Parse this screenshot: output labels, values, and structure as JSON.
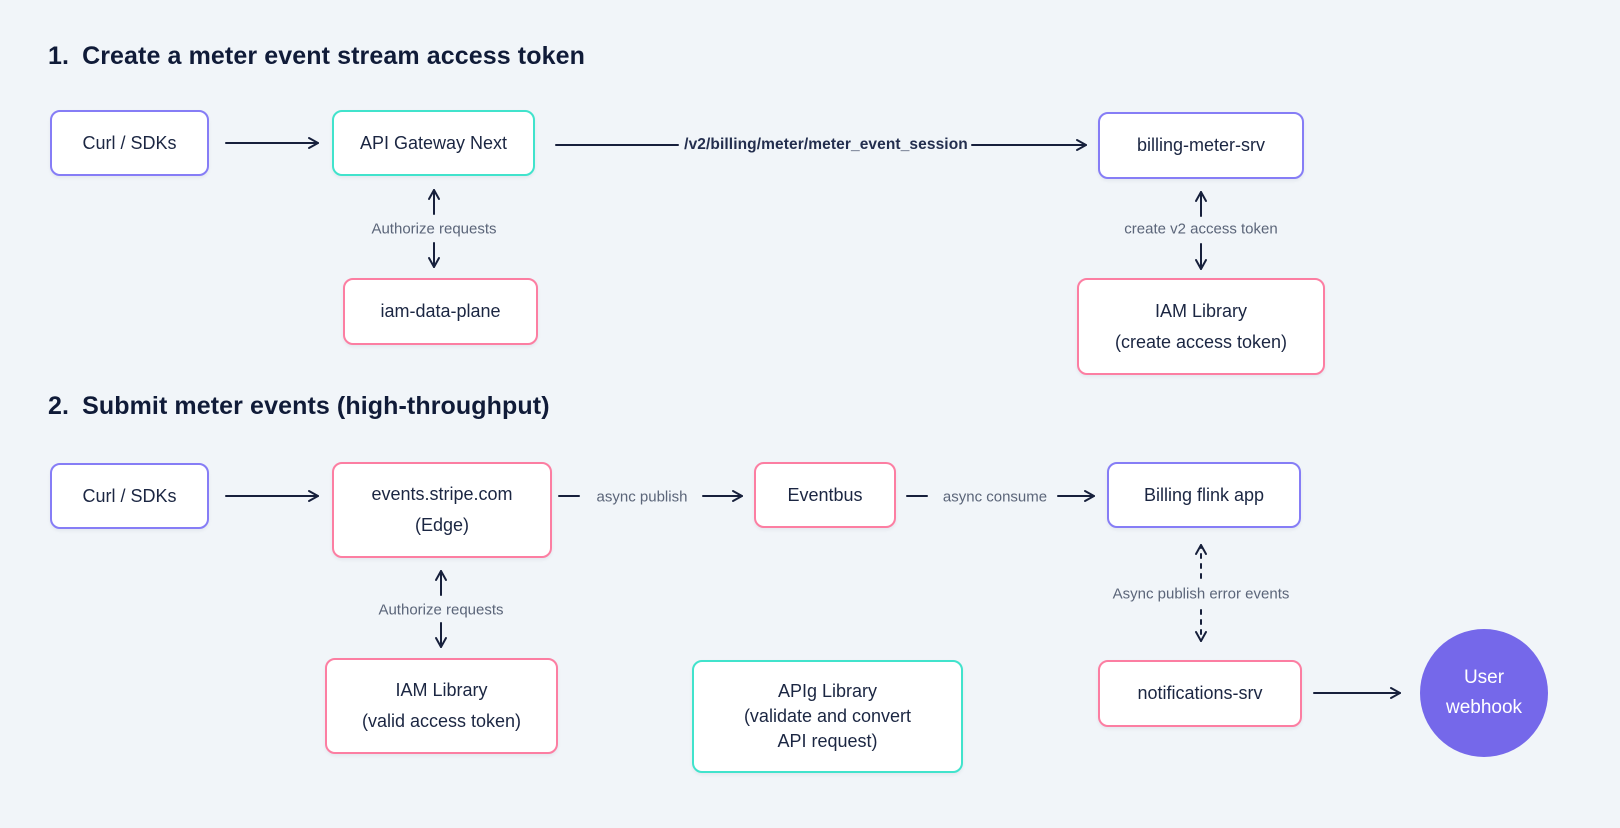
{
  "colors": {
    "background": "#f1f5f9",
    "purple_border": "#867df6",
    "teal_border": "#41e3cc",
    "pink_border": "#fc7ea2",
    "webhook_circle_fill": "#7568ea",
    "arrow": "#17203c",
    "edge_label_text": "#5b6579",
    "node_text": "#1b2642",
    "title_text": "#101b38"
  },
  "section1": {
    "title_number": "1.",
    "title_text": "Create a meter event stream access token",
    "nodes": {
      "curl_sdks": "Curl / SDKs",
      "api_gateway_next": "API Gateway Next",
      "billing_meter_srv": "billing-meter-srv",
      "iam_data_plane": "iam-data-plane",
      "iam_library_line1": "IAM Library",
      "iam_library_line2": "(create access token)"
    },
    "edge_labels": {
      "api_path": "/v2/billing/meter/meter_event_session",
      "authorize_requests": "Authorize requests",
      "create_v2_access_token": "create v2 access token"
    }
  },
  "section2": {
    "title_number": "2.",
    "title_text": "Submit meter events (high-throughput)",
    "nodes": {
      "curl_sdks": "Curl / SDKs",
      "events_stripe_line1": "events.stripe.com",
      "events_stripe_line2": "(Edge)",
      "eventbus": "Eventbus",
      "billing_flink_app": "Billing flink app",
      "iam_library_line1": "IAM Library",
      "iam_library_line2": "(valid access token)",
      "apig_library_line1": "APIg Library",
      "apig_library_line2": "(validate and convert",
      "apig_library_line3": "API request)",
      "notifications_srv": "notifications-srv",
      "user_webhook_line1": "User",
      "user_webhook_line2": "webhook"
    },
    "edge_labels": {
      "async_publish": "async publish",
      "async_consume": "async consume",
      "authorize_requests": "Authorize requests",
      "async_publish_error_events": "Async publish error events"
    }
  }
}
